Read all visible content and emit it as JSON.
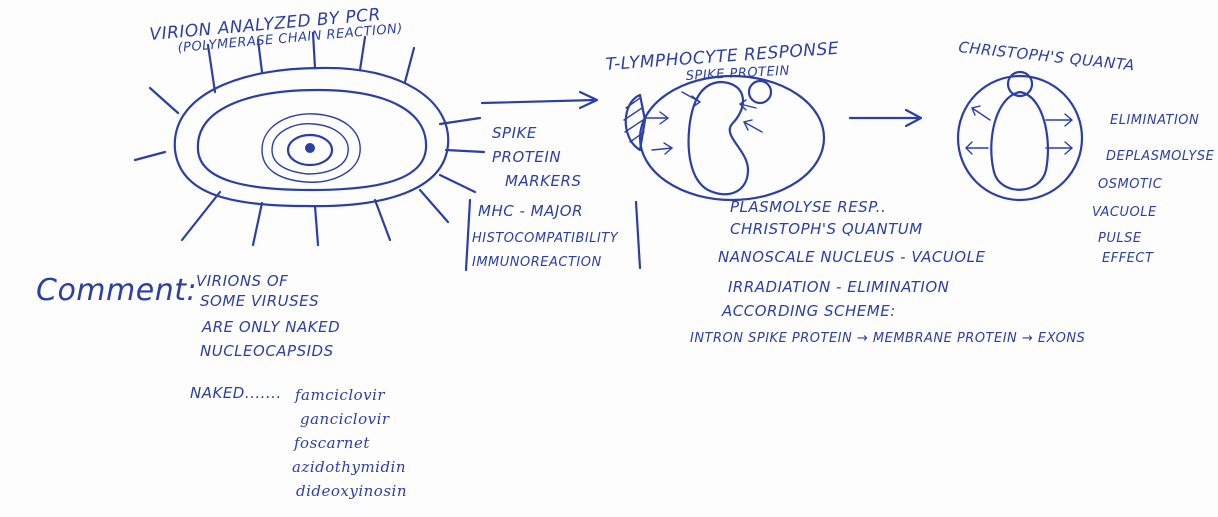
{
  "colors": {
    "ink": "#2b3fa6",
    "paper": "#fdfdfd"
  },
  "virion": {
    "title": "VIRION ANALYZED BY PCR",
    "subtitle": "(POLYMERASE CHAIN REACTION)"
  },
  "markers": {
    "line1": "SPIKE",
    "line2": "PROTEIN",
    "line3": "MARKERS",
    "mhc1": "MHC - MAJOR",
    "mhc2": "HISTOCOMPATIBILITY",
    "mhc3": "IMMUNOREACTION"
  },
  "tcell": {
    "title": "T-LYMPHOCYTE RESPONSE",
    "subtitle": "SPIKE PROTEIN"
  },
  "quanta": {
    "title": "CHRISTOPH'S QUANTA",
    "l1": "ELIMINATION",
    "l2": "DEPLASMOLYSE",
    "l3": "OSMOTIC",
    "l4": "VACUOLE",
    "l5": "PULSE",
    "l6": "EFFECT"
  },
  "notes": {
    "l1": "PLASMOLYSE RESP..",
    "l2": "CHRISTOPH'S QUANTUM",
    "l3": "NANOSCALE NUCLEUS - VACUOLE",
    "l4": "IRRADIATION - ELIMINATION",
    "l5": "ACCORDING SCHEME:",
    "l6": "INTRON SPIKE PROTEIN → MEMBRANE PROTEIN → EXONS"
  },
  "comment": {
    "label": "Comment:",
    "l1": "VIRIONS OF",
    "l2": "SOME VIRUSES",
    "l3": "ARE ONLY NAKED",
    "l4": "NUCLEOCAPSIDS",
    "naked": "NAKED.......",
    "drugs": [
      "famciclovir",
      "ganciclovir",
      "foscarnet",
      "azidothymidin",
      "dideoxyinosin"
    ]
  }
}
